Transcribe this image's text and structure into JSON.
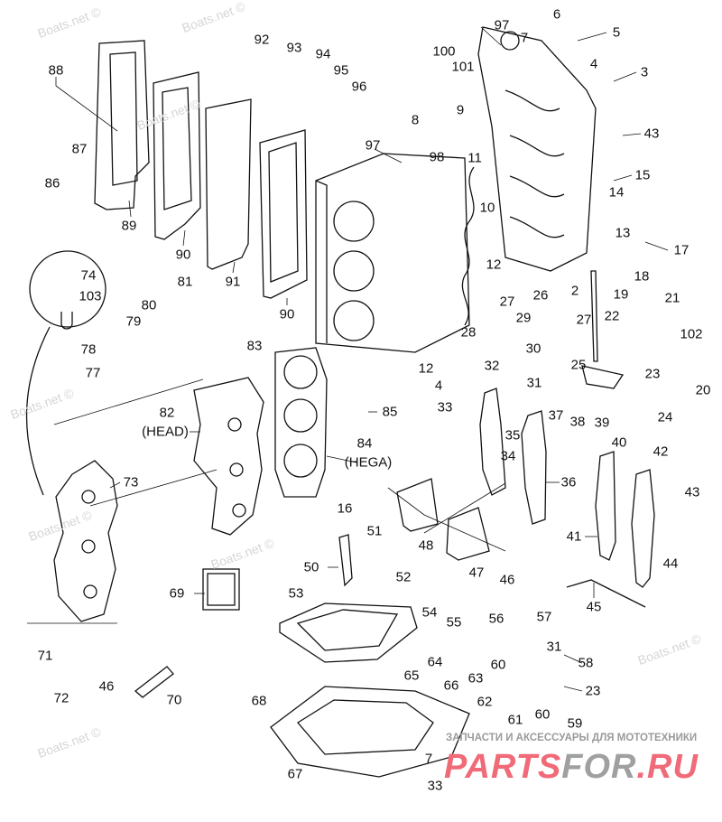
{
  "diagram": {
    "labels": [
      "88",
      "87",
      "86",
      "89",
      "90",
      "91",
      "90",
      "92",
      "93",
      "94",
      "95",
      "96",
      "74",
      "103",
      "81",
      "80",
      "79",
      "78",
      "77",
      "83",
      "82",
      "(HEAD)",
      "84",
      "(HEGA)",
      "73",
      "69",
      "16",
      "50",
      "51",
      "52",
      "53",
      "68",
      "67",
      "71",
      "72",
      "46",
      "70",
      "97",
      "6",
      "7",
      "5",
      "4",
      "3",
      "100",
      "101",
      "8",
      "9",
      "97",
      "98",
      "11",
      "10",
      "43",
      "15",
      "14",
      "13",
      "17",
      "18",
      "12",
      "2",
      "19",
      "26",
      "27",
      "27",
      "22",
      "21",
      "29",
      "28",
      "30",
      "32",
      "25",
      "102",
      "23",
      "20",
      "31",
      "12",
      "4",
      "33",
      "85",
      "24",
      "37",
      "38",
      "39",
      "40",
      "35",
      "34",
      "36",
      "42",
      "43",
      "41",
      "44",
      "45",
      "48",
      "47",
      "46",
      "54",
      "55",
      "56",
      "57",
      "31",
      "58",
      "60",
      "63",
      "64",
      "65",
      "66",
      "23",
      "62",
      "60",
      "59",
      "61",
      "7",
      "33"
    ],
    "watermark": "Boats.net ©",
    "tagline": "ЗАПЧАСТИ И АКСЕССУАРЫ ДЛЯ МОТОТЕХНИКИ",
    "logo_part1": "PARTS",
    "logo_part2": "FOR",
    "logo_part3": ".RU",
    "colors": {
      "line": "#111111",
      "logo_red": "#f06a78",
      "logo_gray": "#a0a0a0",
      "watermark": "#d6d6d6"
    }
  }
}
